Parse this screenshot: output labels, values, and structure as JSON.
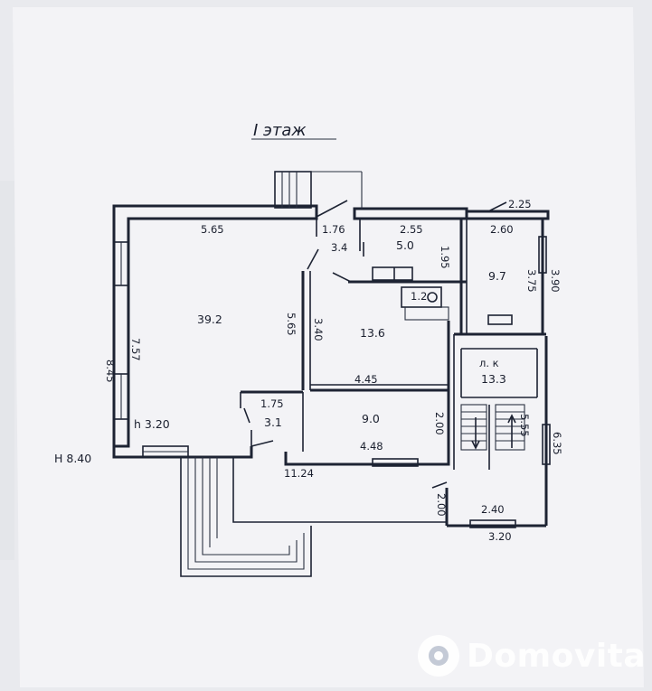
{
  "plan": {
    "title": "I этаж",
    "rooms": [
      {
        "id": "hall",
        "area": "39.2"
      },
      {
        "id": "room-mid",
        "area": "13.6"
      },
      {
        "id": "room-right",
        "area": "9.7"
      },
      {
        "id": "kitchen-top",
        "area": "5.0"
      },
      {
        "id": "wc",
        "area": "1.2"
      },
      {
        "id": "corridor",
        "area": "3.4"
      },
      {
        "id": "room-lower",
        "area": "9.0"
      },
      {
        "id": "vestibule",
        "area": "3.1"
      },
      {
        "id": "stair-hall",
        "area": "13.3",
        "label": "л. к"
      }
    ],
    "dimensions": {
      "hall_width": "5.65",
      "hall_depth_outer": "8.45",
      "hall_depth_inner": "7.57",
      "hall_right": "5.65",
      "corr_width": "1.76",
      "kitchen_width": "2.55",
      "kitchen_depth": "1.95",
      "right_top_a": "2.25",
      "right_top_b": "2.60",
      "right_inner": "3.75",
      "right_outer": "3.90",
      "mid_depth": "3.40",
      "mid_width": "4.45",
      "vest_width": "1.75",
      "lower_width": "4.48",
      "lower_depth": "2.00",
      "stair_a": "5.55",
      "stair_outer": "6.35",
      "stair_bottom": "2.40",
      "stair_bottom_outer": "3.20",
      "step_dim": "2.00",
      "front_width": "11.24",
      "height_room": "h 3.20",
      "height_total": "H 8.40"
    }
  },
  "watermark": {
    "brand": "Domovita"
  },
  "colors": {
    "ink": "#1d2333",
    "paper": "#f3f3f5",
    "background": "#e9eaee"
  }
}
